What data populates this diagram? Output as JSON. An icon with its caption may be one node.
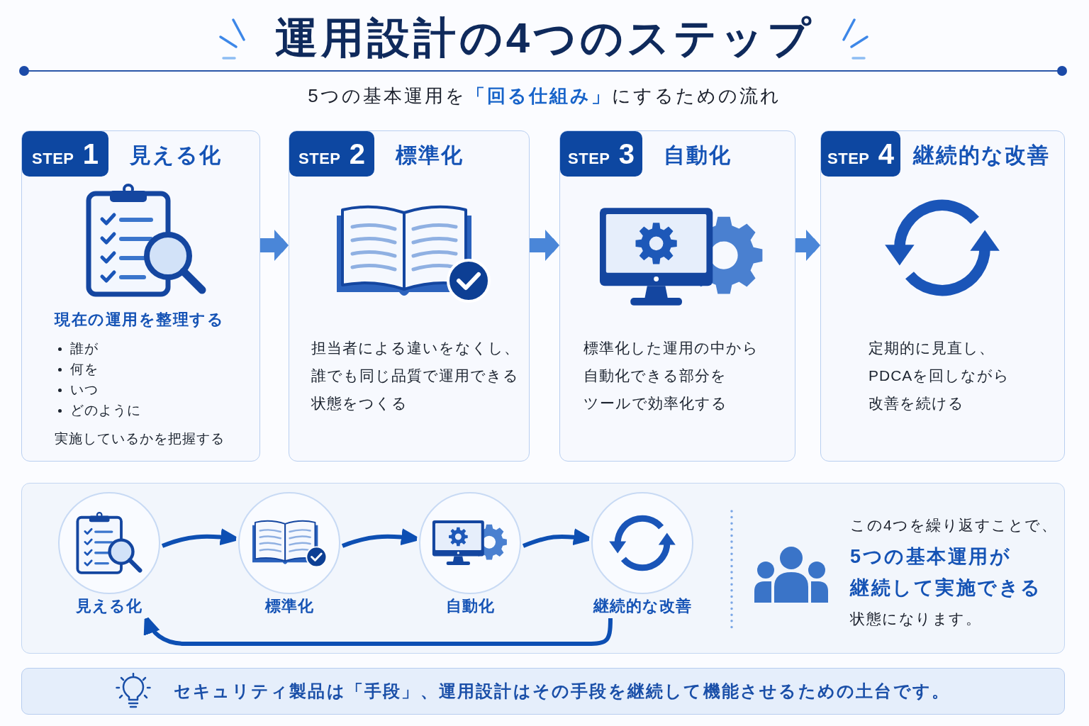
{
  "diagram": {
    "title": "運用設計の4つのステップ",
    "nodes": [
      {
        "text": [
          "見える化",
          "現在の運用を整理する",
          "誰が",
          "何を",
          "いつ",
          "どのように",
          "実施しているかを把握する"
        ]
      },
      {
        "text": [
          "STEP 1"
        ],
        "in": 0
      },
      {
        "text": [
          "標準化",
          "担当者による違いをなくし、誰でも同じ品質で運用できる状態をつくる"
        ]
      },
      {
        "text": [
          "STEP 2"
        ],
        "in": 2
      },
      {
        "text": [
          "自動化",
          "標準化した運用の中から自動化できる部分をツールで効率化する"
        ]
      },
      {
        "text": [
          "STEP 3"
        ],
        "in": 4
      },
      {
        "text": [
          "継続的な改善",
          "定期的に見直し、PDCAを回しながら改善を続ける"
        ]
      },
      {
        "text": [
          "STEP 4"
        ],
        "in": 6
      },
      {
        "text": [
          "この4つを繰り返すことで、**5つの基本運用が継続して実施できる**状態になります。"
        ]
      },
      {
        "text": [
          "見える化"
        ],
        "in": 8
      },
      {
        "text": [
          "標準化"
        ],
        "in": 8
      },
      {
        "text": [
          "自動化"
        ],
        "in": 8
      },
      {
        "text": [
          "継続的な改善"
        ],
        "in": 8
      },
      {
        "text": [
          "セキュリティ製品は「手段」、運用設計はその手段を継続して機能させるための土台です。"
        ]
      }
    ],
    "edges": [
      {
        "from": 0,
        "to": 2,
        "arrow": "to",
        "style": "thick",
        "color": "#4a86d8"
      },
      {
        "from": 2,
        "to": 4,
        "arrow": "to",
        "style": "thick",
        "color": "#4a86d8"
      },
      {
        "from": 4,
        "to": 6,
        "arrow": "to",
        "style": "thick",
        "color": "#4a86d8"
      },
      {
        "from": 9,
        "to": 10,
        "arrow": "to"
      },
      {
        "from": 10,
        "to": 11,
        "arrow": "to"
      },
      {
        "from": 11,
        "to": 12,
        "arrow": "to"
      },
      {
        "from": 12,
        "to": 9,
        "arrow": "to"
      }
    ],
    "labels": [
      "5つの基本運用を**「回る仕組み」**にするための流れ"
    ]
  }
}
